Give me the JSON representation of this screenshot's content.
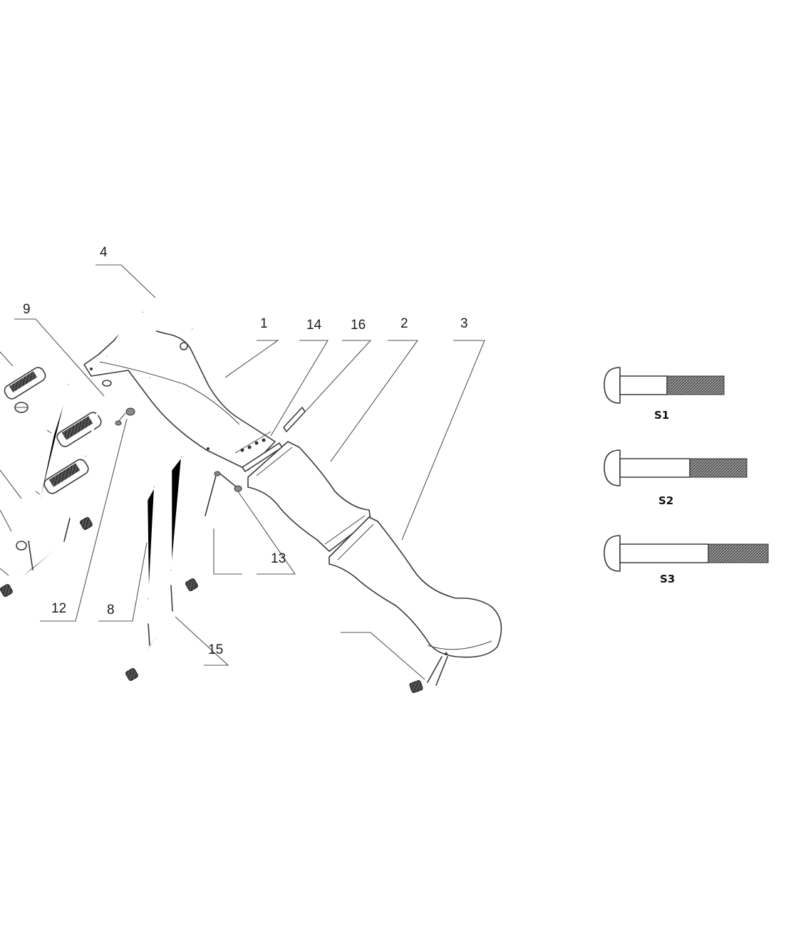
{
  "parts": {
    "p1": "1",
    "p2": "2",
    "p3": "3",
    "p4": "4",
    "p8": "8",
    "p9": "9",
    "p12": "12",
    "p13": "13",
    "p14": "14",
    "p15": "15",
    "p16": "16"
  },
  "screws": {
    "s1": "S1",
    "s2": "S2",
    "s3": "S3"
  }
}
